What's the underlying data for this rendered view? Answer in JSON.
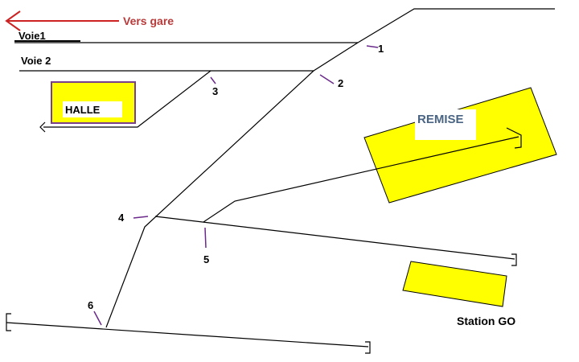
{
  "labels": {
    "vers_gare": "Vers gare",
    "voie1": "Voie1",
    "voie2": "Voie 2",
    "halle": "HALLE",
    "remise": "REMISE",
    "station": "Station GO"
  },
  "switches": [
    "1",
    "2",
    "3",
    "4",
    "5",
    "6"
  ],
  "colors": {
    "track": "#000000",
    "building_fill": "#ffff00",
    "halle_border": "#7a3f8c",
    "arrow": "#cc2222",
    "vers_gare_text": "#b83a3a",
    "switch_marker": "#6a2a8a",
    "remise_text": "#4a6483"
  }
}
